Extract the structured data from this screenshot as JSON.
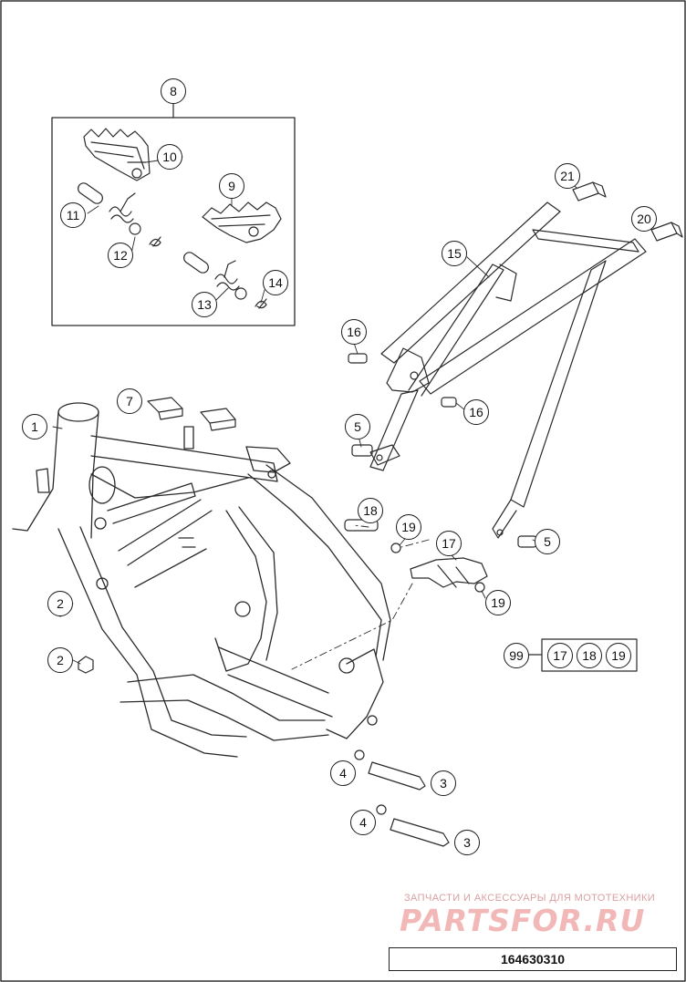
{
  "diagram": {
    "callouts": [
      {
        "id": "c8",
        "label": "8"
      },
      {
        "id": "c10",
        "label": "10"
      },
      {
        "id": "c9",
        "label": "9"
      },
      {
        "id": "c11",
        "label": "11"
      },
      {
        "id": "c12",
        "label": "12"
      },
      {
        "id": "c13",
        "label": "13"
      },
      {
        "id": "c14",
        "label": "14"
      },
      {
        "id": "c21",
        "label": "21"
      },
      {
        "id": "c20",
        "label": "20"
      },
      {
        "id": "c15",
        "label": "15"
      },
      {
        "id": "c16a",
        "label": "16"
      },
      {
        "id": "c16b",
        "label": "16"
      },
      {
        "id": "c5a",
        "label": "5"
      },
      {
        "id": "c5b",
        "label": "5"
      },
      {
        "id": "c7",
        "label": "7"
      },
      {
        "id": "c1",
        "label": "1"
      },
      {
        "id": "c18",
        "label": "18"
      },
      {
        "id": "c19a",
        "label": "19"
      },
      {
        "id": "c17",
        "label": "17"
      },
      {
        "id": "c19b",
        "label": "19"
      },
      {
        "id": "c2a",
        "label": "2"
      },
      {
        "id": "c2b",
        "label": "2"
      },
      {
        "id": "c99",
        "label": "99"
      },
      {
        "id": "k17",
        "label": "17"
      },
      {
        "id": "k18",
        "label": "18"
      },
      {
        "id": "k19",
        "label": "19"
      },
      {
        "id": "c4a",
        "label": "4"
      },
      {
        "id": "c3a",
        "label": "3"
      },
      {
        "id": "c4b",
        "label": "4"
      },
      {
        "id": "c3b",
        "label": "3"
      }
    ],
    "watermark_top": "ЗАПЧАСТИ И АКСЕССУАРЫ ДЛЯ МОТОТЕХНИКИ",
    "watermark_logo": "PARTSFOR.RU",
    "part_code": "164630310"
  }
}
